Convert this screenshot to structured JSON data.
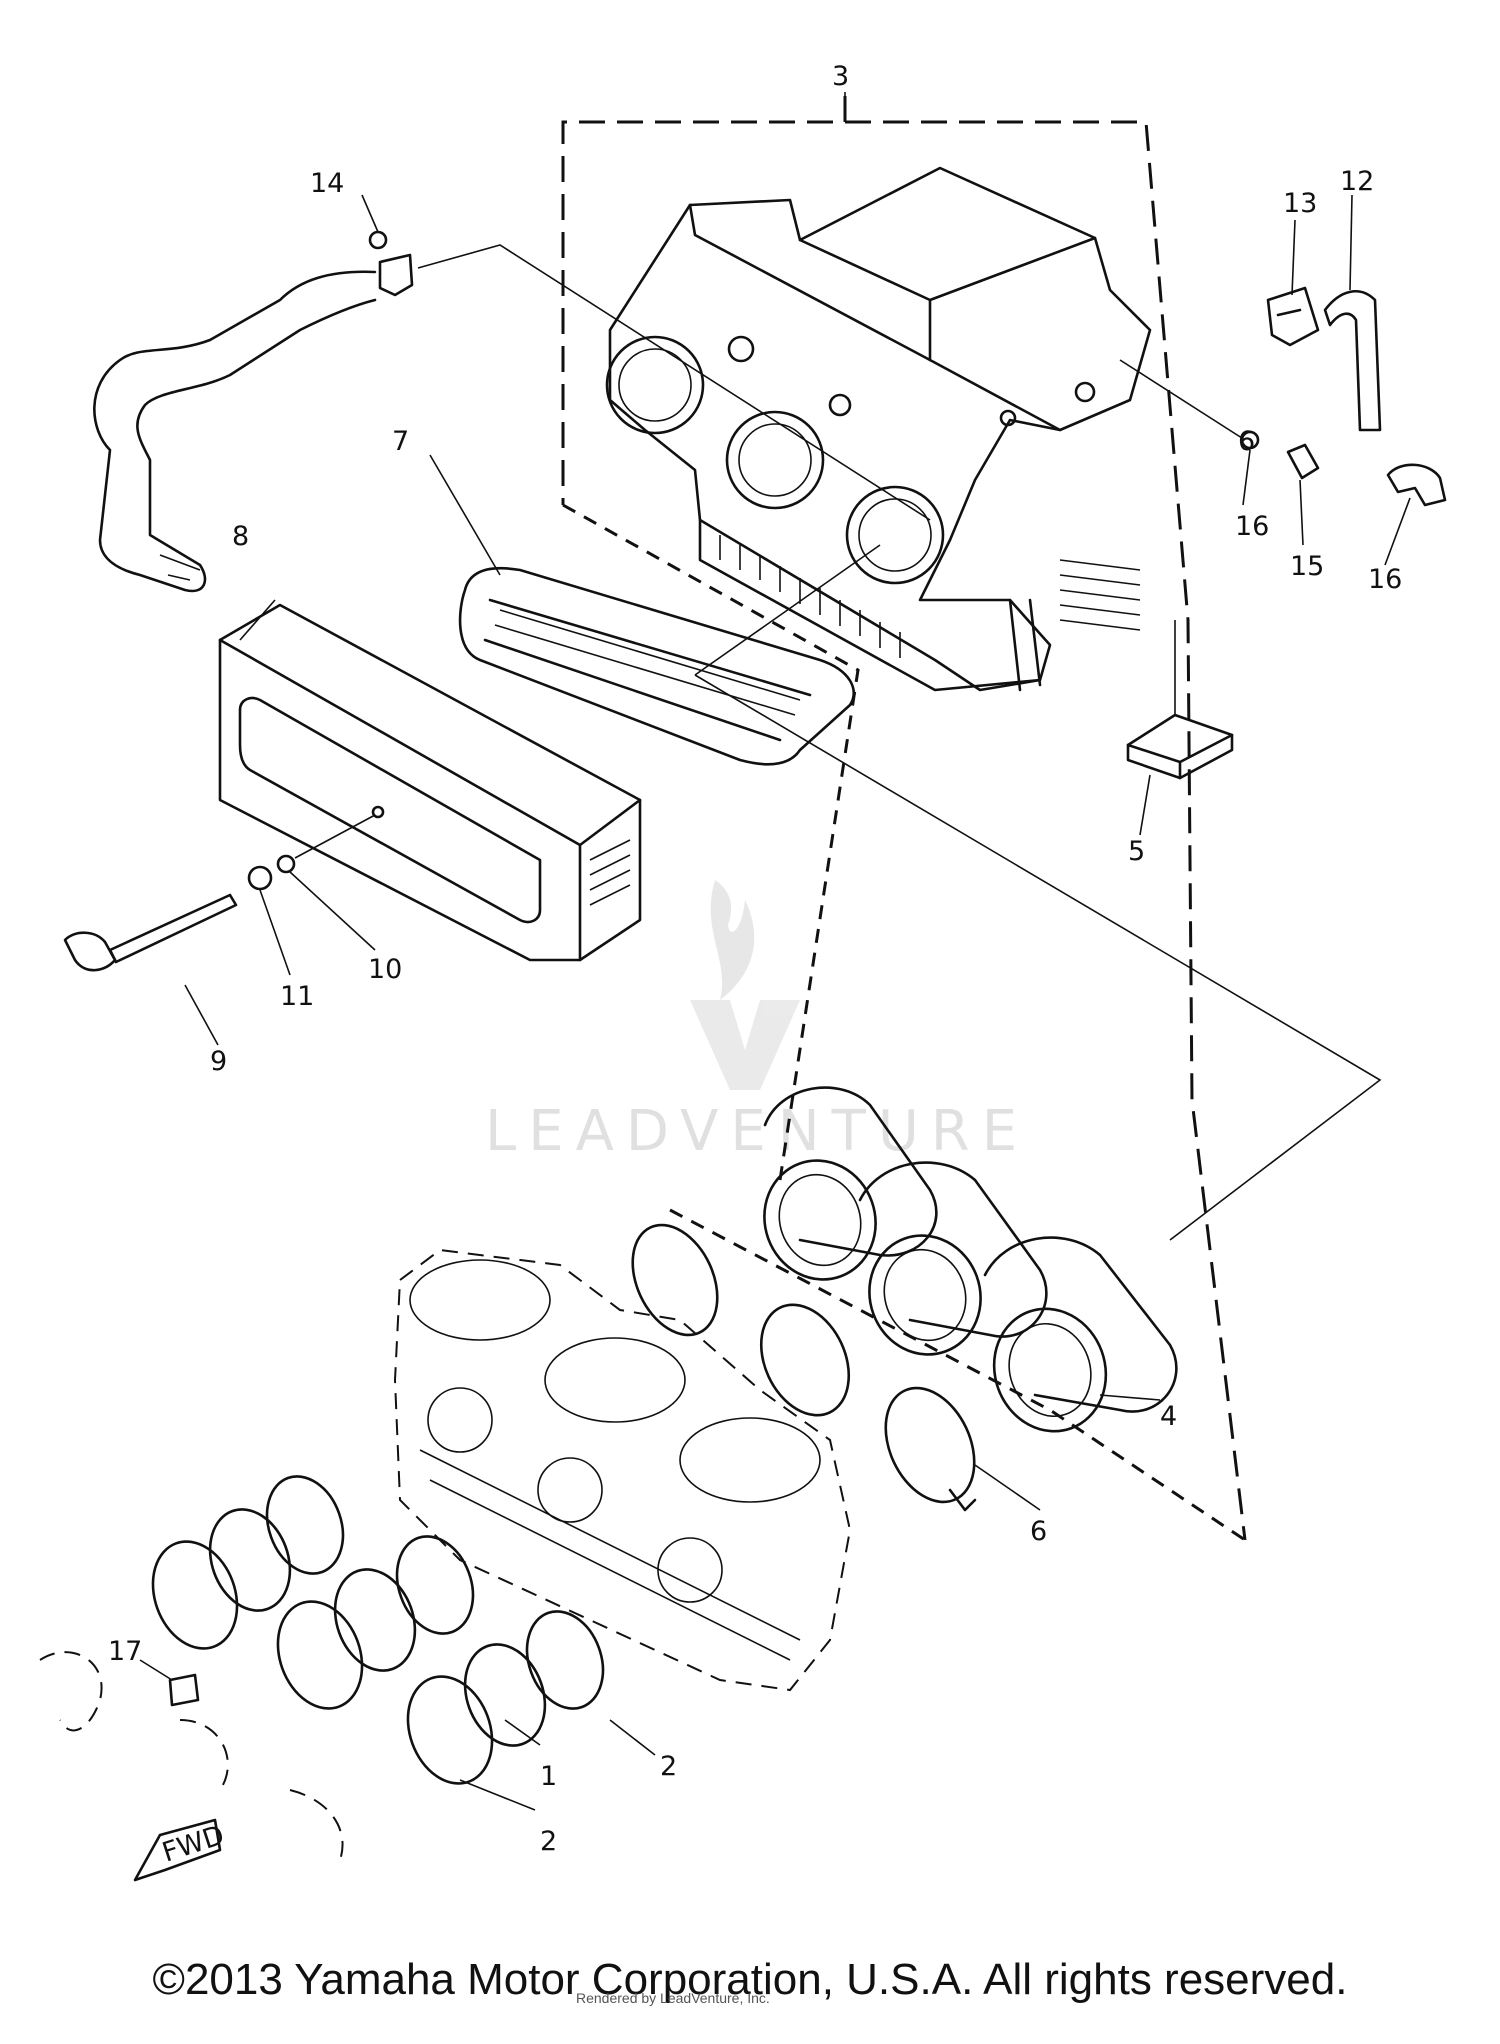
{
  "callouts": [
    {
      "id": "1",
      "text": "1"
    },
    {
      "id": "2a",
      "text": "2"
    },
    {
      "id": "2b",
      "text": "2"
    },
    {
      "id": "3",
      "text": "3"
    },
    {
      "id": "4",
      "text": "4"
    },
    {
      "id": "5",
      "text": "5"
    },
    {
      "id": "6a",
      "text": "6"
    },
    {
      "id": "6b",
      "text": "6"
    },
    {
      "id": "7",
      "text": "7"
    },
    {
      "id": "8",
      "text": "8"
    },
    {
      "id": "9",
      "text": "9"
    },
    {
      "id": "10",
      "text": "10"
    },
    {
      "id": "11",
      "text": "11"
    },
    {
      "id": "12",
      "text": "12"
    },
    {
      "id": "13",
      "text": "13"
    },
    {
      "id": "14",
      "text": "14"
    },
    {
      "id": "15",
      "text": "15"
    },
    {
      "id": "16a",
      "text": "16"
    },
    {
      "id": "16b",
      "text": "16"
    },
    {
      "id": "17",
      "text": "17"
    }
  ],
  "fwd_label": "FWD",
  "watermark": "LEADVENTURE",
  "copyright": "©2013 Yamaha Motor Corporation, U.S.A. All rights reserved.",
  "credit": "Rendered by LeadVenture, Inc."
}
